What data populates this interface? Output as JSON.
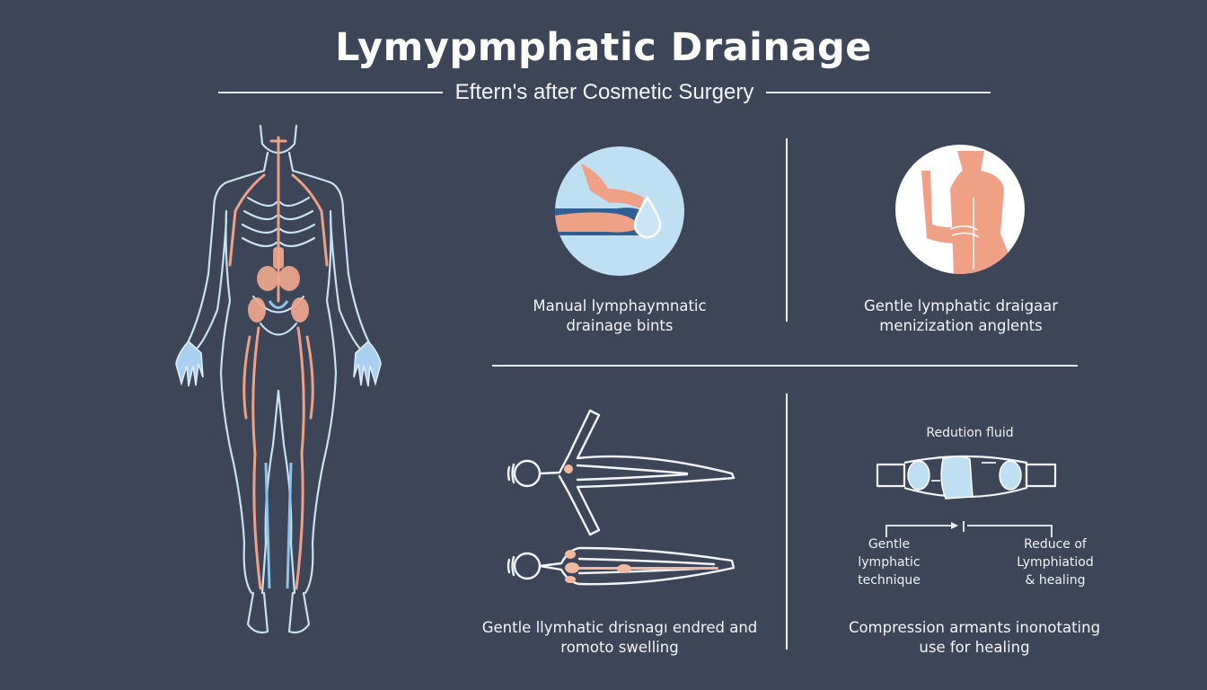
{
  "header": {
    "title": "Lymypmphatic Drainage",
    "subtitle": "Eftern's after Cosmetic Surgery"
  },
  "panels": [
    {
      "id": "manual-drainage",
      "icon": "hands-massage-water-drop-icon",
      "caption_line1": "Manual lymphaymnatic",
      "caption_line2": "drainage bints"
    },
    {
      "id": "gentle-drainage",
      "icon": "torso-hand-massage-icon",
      "caption_line1": "Gentle lymphatic draigaar",
      "caption_line2": "menizization anglents"
    },
    {
      "id": "lying-figures",
      "icon": "lying-body-outline-icon",
      "caption_line1": "Gentle llymhatic drisnagı endred and",
      "caption_line2": "romoto swelling"
    },
    {
      "id": "compression",
      "icon": "compression-garment-diagram-icon",
      "diagram_title": "Redution fluid",
      "left_label": [
        "Gentle",
        "lymphatic",
        "technique"
      ],
      "right_label": [
        "Reduce of",
        "Lymphiatiod",
        "& healing"
      ],
      "caption_line1": "Compression armants inonotating",
      "caption_line2": "use for healing"
    }
  ],
  "colors": {
    "background": "#3d4558",
    "accent_peach": "#f0a085",
    "accent_light_blue": "#b9dcf2",
    "line_white": "#eef2f7",
    "circle_light_blue": "#bfe0f3",
    "circle_white": "#ffffff"
  }
}
